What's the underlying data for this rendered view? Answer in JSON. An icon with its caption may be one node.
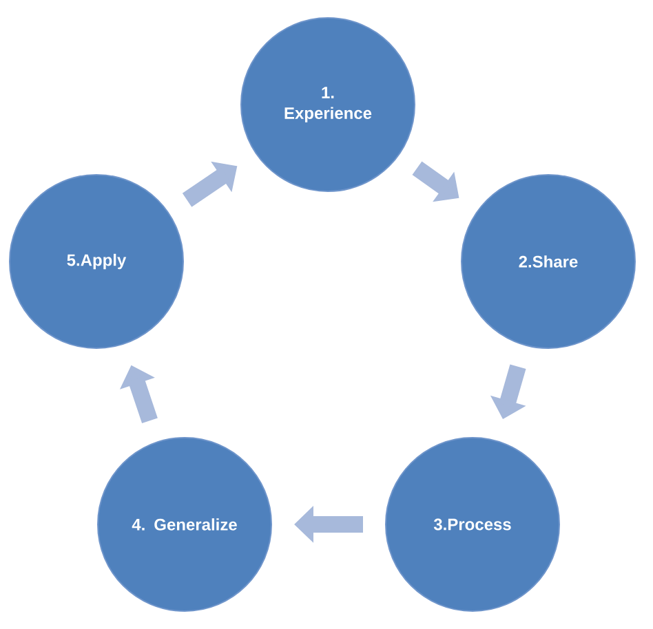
{
  "diagram": {
    "nodes": [
      {
        "text": [
          "1. Experience"
        ]
      },
      {
        "text": [
          "2.Share"
        ]
      },
      {
        "text": [
          "3.Process"
        ]
      },
      {
        "text": [
          "4. Generalize"
        ]
      },
      {
        "text": [
          "5.Apply"
        ]
      }
    ],
    "edges": [
      {
        "from": 0,
        "to": 1,
        "arrow": "to"
      },
      {
        "from": 1,
        "to": 2,
        "arrow": "to"
      },
      {
        "from": 2,
        "to": 3,
        "arrow": "to"
      },
      {
        "from": 3,
        "to": 4,
        "arrow": "to"
      },
      {
        "from": 4,
        "to": 0,
        "arrow": "to"
      }
    ]
  }
}
